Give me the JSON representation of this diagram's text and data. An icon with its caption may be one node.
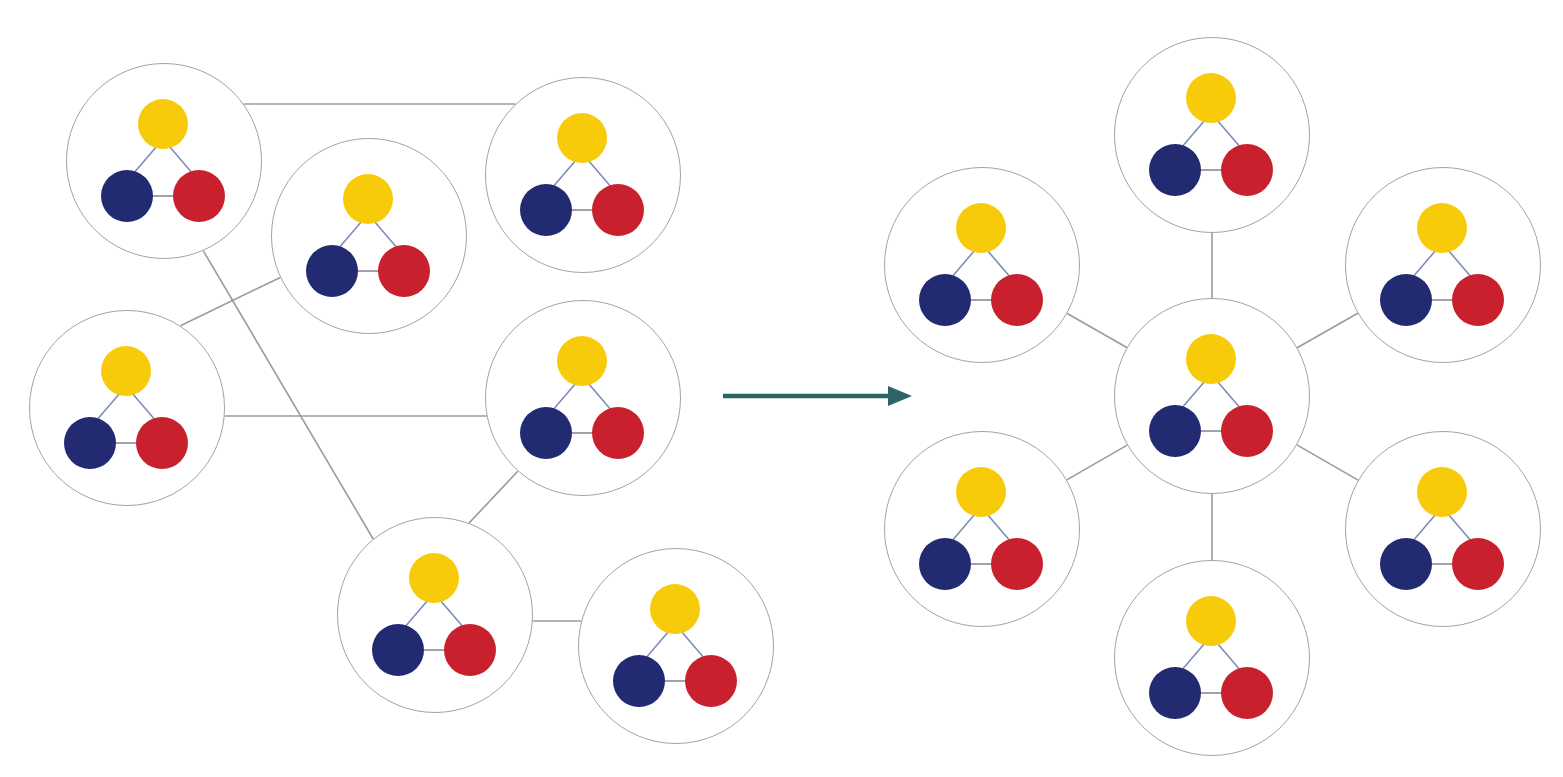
{
  "diagram": {
    "nodes": [
      {
        "text": [],
        "shape": "circle"
      },
      {
        "text": [],
        "shape": "circle"
      },
      {
        "text": [],
        "shape": "circle"
      },
      {
        "text": [],
        "shape": "circle"
      },
      {
        "text": [],
        "shape": "circle"
      },
      {
        "text": [],
        "shape": "circle"
      },
      {
        "text": [],
        "shape": "circle"
      },
      {
        "text": [],
        "shape": "circle"
      },
      {
        "text": [],
        "shape": "circle"
      },
      {
        "text": [],
        "shape": "circle"
      },
      {
        "text": [],
        "shape": "circle"
      },
      {
        "text": [],
        "shape": "circle"
      },
      {
        "text": [],
        "shape": "circle"
      },
      {
        "text": [],
        "shape": "circle"
      }
    ],
    "edges": [
      {
        "from": 0,
        "to": 1,
        "arrow": "none"
      },
      {
        "from": 2,
        "to": 3,
        "arrow": "none"
      },
      {
        "from": 0,
        "to": 5,
        "arrow": "none"
      },
      {
        "from": 3,
        "to": 4,
        "arrow": "none"
      },
      {
        "from": 4,
        "to": 5,
        "arrow": "none"
      },
      {
        "from": 5,
        "to": 6,
        "arrow": "none"
      },
      {
        "from": 7,
        "to": 10,
        "arrow": "none"
      },
      {
        "from": 8,
        "to": 10,
        "arrow": "none"
      },
      {
        "from": 9,
        "to": 10,
        "arrow": "none"
      },
      {
        "from": 10,
        "to": 11,
        "arrow": "none"
      },
      {
        "from": 10,
        "to": 12,
        "arrow": "none"
      },
      {
        "from": 10,
        "to": 13,
        "arrow": "none"
      }
    ]
  }
}
